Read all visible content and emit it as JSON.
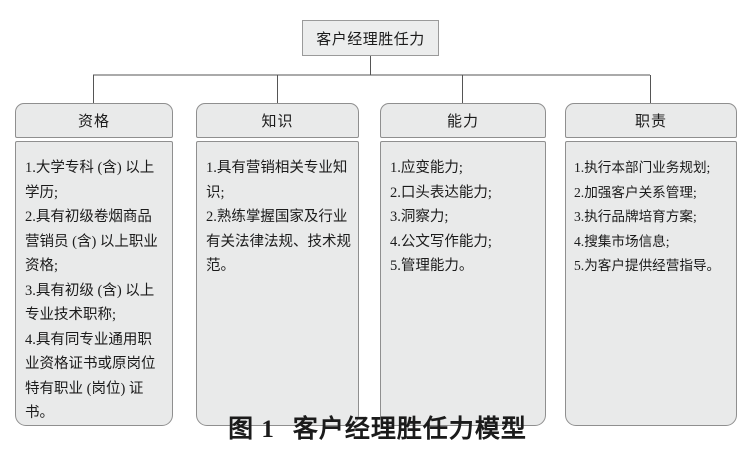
{
  "figure": {
    "root": {
      "label": "客户经理胜任力"
    },
    "columns": [
      {
        "title": "资格",
        "items_text": "1.大学专科 (含) 以上学历;\n2.具有初级卷烟商品营销员 (含) 以上职业资格;\n3.具有初级 (含) 以上专业技术职称;\n4.具有同专业通用职业资格证书或原岗位特有职业 (岗位) 证书。",
        "items": [
          "1.大学专科 (含) 以上学历;",
          "2.具有初级卷烟商品营销员 (含) 以上职业资格;",
          "3.具有初级 (含) 以上专业技术职称;",
          "4.具有同专业通用职业资格证书或原岗位特有职业 (岗位) 证书。"
        ]
      },
      {
        "title": "知识",
        "items_text": "1.具有营销相关专业知识;\n2.熟练掌握国家及行业有关法律法规、技术规范。",
        "items": [
          "1.具有营销相关专业知识;",
          "2.熟练掌握国家及行业有关法律法规、技术规范。"
        ]
      },
      {
        "title": "能力",
        "items_text": "1.应变能力;\n2.口头表达能力;\n3.洞察力;\n4.公文写作能力;\n5.管理能力。",
        "items": [
          "1.应变能力;",
          "2.口头表达能力;",
          "3.洞察力;",
          "4.公文写作能力;",
          "5.管理能力。"
        ]
      },
      {
        "title": "职责",
        "items_text": "1.执行本部门业务规划;\n2.加强客户关系管理;\n3.执行品牌培育方案;\n4.搜集市场信息;\n5.为客户提供经营指导。",
        "items": [
          "1.执行本部门业务规划;",
          "2.加强客户关系管理;",
          "3.执行品牌培育方案;",
          "4.搜集市场信息;",
          "5.为客户提供经营指导。"
        ]
      }
    ],
    "caption": {
      "number": "图 1",
      "text": "客户经理胜任力模型"
    },
    "colors": {
      "box_fill": "#e9eaea",
      "box_border": "#8f8f8f",
      "root_fill": "#eceded",
      "line": "#555555",
      "text": "#1b1b1b",
      "background": "#ffffff"
    }
  }
}
